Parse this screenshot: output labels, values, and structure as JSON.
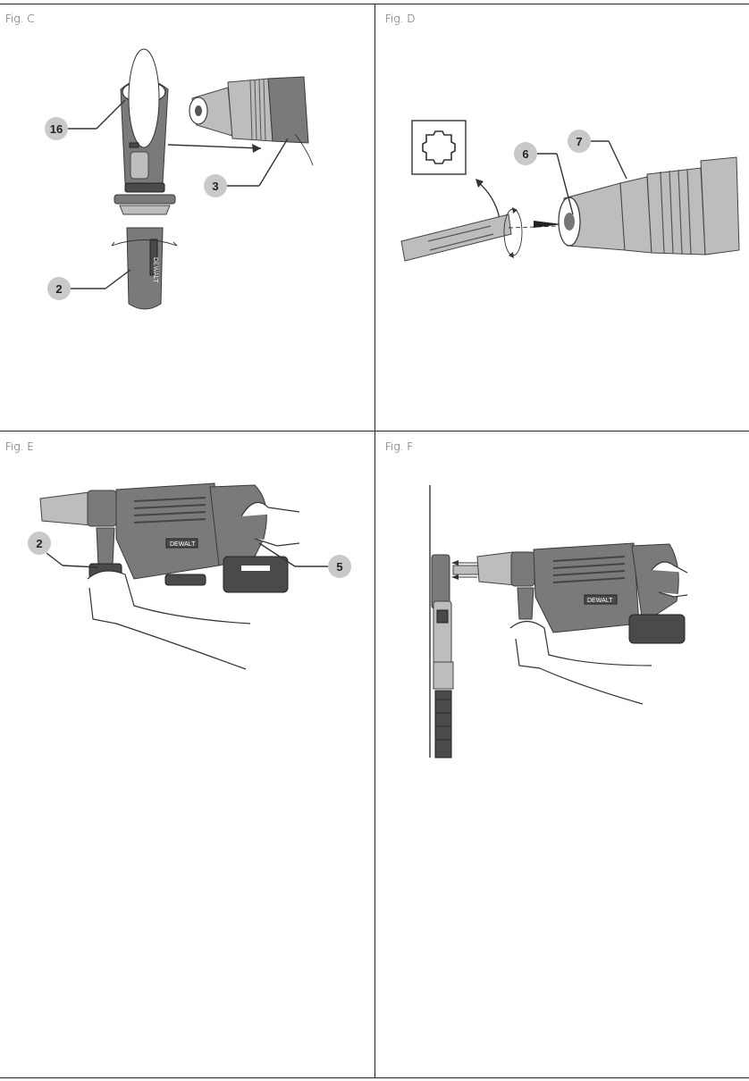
{
  "figures": {
    "c": {
      "label": "Fig. C",
      "callouts": [
        "16",
        "3",
        "2"
      ]
    },
    "d": {
      "label": "Fig. D",
      "callouts": [
        "6",
        "7"
      ]
    },
    "e": {
      "label": "Fig. E",
      "callouts": [
        "2",
        "5"
      ]
    },
    "f": {
      "label": "Fig. F"
    }
  },
  "brand_text": "DEWALT",
  "colors": {
    "callout_fill": "#c9c9c9",
    "tool_body": "#7a7a7a",
    "rule": "#222222"
  }
}
